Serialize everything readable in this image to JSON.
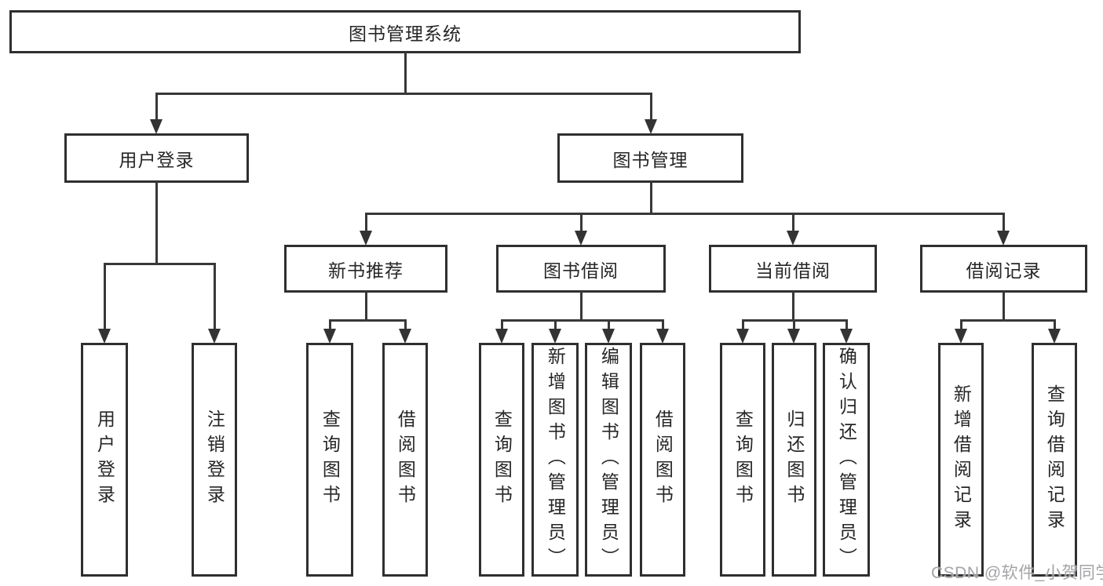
{
  "diagram": {
    "root": {
      "label": "图书管理系统"
    },
    "user_login": {
      "label": "用户登录",
      "children": [
        {
          "label": "用户登录"
        },
        {
          "label": "注销登录"
        }
      ]
    },
    "book_management": {
      "label": "图书管理",
      "groups": [
        {
          "label": "新书推荐",
          "children": [
            {
              "label": "查询图书"
            },
            {
              "label": "借阅图书"
            }
          ]
        },
        {
          "label": "图书借阅",
          "children": [
            {
              "label": "查询图书"
            },
            {
              "label": "新增图书（管理员）"
            },
            {
              "label": "编辑图书（管理员）"
            },
            {
              "label": "借阅图书"
            }
          ]
        },
        {
          "label": "当前借阅",
          "children": [
            {
              "label": "查询图书"
            },
            {
              "label": "归还图书"
            },
            {
              "label": "确认归还（管理员）"
            }
          ]
        },
        {
          "label": "借阅记录",
          "children": [
            {
              "label": "新增借阅记录"
            },
            {
              "label": "查询借阅记录"
            }
          ]
        }
      ]
    }
  },
  "watermark": {
    "text": "CSDN @软件_小贺同学"
  }
}
